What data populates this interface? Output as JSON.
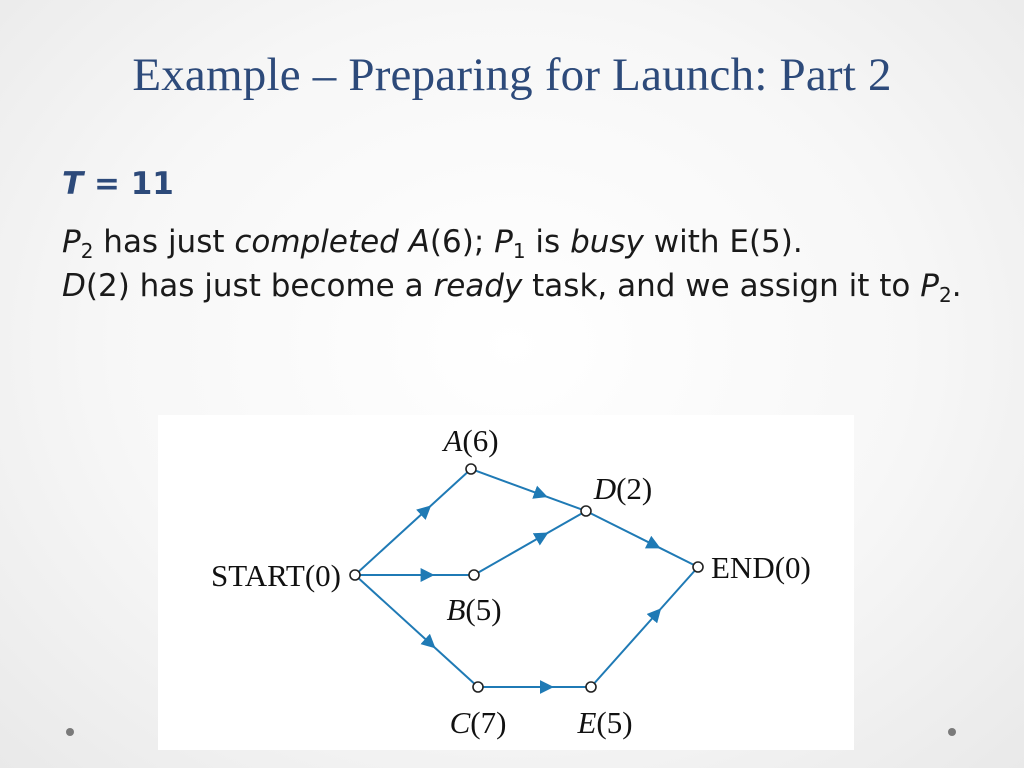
{
  "slide": {
    "title": "Example – Preparing for Launch: Part 2",
    "time": {
      "var": "T",
      "rest": " = 11"
    },
    "body": {
      "p2_var": "P",
      "p2_sub": "2",
      "t1": " has just ",
      "completed": "completed",
      "a_var": " A",
      "t2": "(6);  ",
      "p1_var": "P",
      "p1_sub": "1",
      "t3": " is ",
      "busy": "busy",
      "t4": " with E(5).",
      "d_var": "D",
      "t5": "(2) has just become a ",
      "ready": "ready",
      "t6": " task, and we assign it to ",
      "p2b_var": "P",
      "p2b_sub": "2",
      "t7": "."
    }
  },
  "diagram": {
    "edge_color": "#1f7ab5",
    "nodes": [
      {
        "id": "start",
        "name": "START",
        "italic": false,
        "duration": "(0)"
      },
      {
        "id": "a",
        "name": "A",
        "italic": true,
        "duration": "(6)"
      },
      {
        "id": "b",
        "name": "B",
        "italic": true,
        "duration": "(5)"
      },
      {
        "id": "c",
        "name": "C",
        "italic": true,
        "duration": "(7)"
      },
      {
        "id": "d",
        "name": "D",
        "italic": true,
        "duration": "(2)"
      },
      {
        "id": "e",
        "name": "E",
        "italic": true,
        "duration": "(5)"
      },
      {
        "id": "end",
        "name": "END",
        "italic": false,
        "duration": "(0)"
      }
    ],
    "edges": [
      {
        "from": "start",
        "to": "a"
      },
      {
        "from": "start",
        "to": "b"
      },
      {
        "from": "start",
        "to": "c"
      },
      {
        "from": "a",
        "to": "d"
      },
      {
        "from": "b",
        "to": "d"
      },
      {
        "from": "c",
        "to": "e"
      },
      {
        "from": "d",
        "to": "end"
      },
      {
        "from": "e",
        "to": "end"
      }
    ]
  }
}
